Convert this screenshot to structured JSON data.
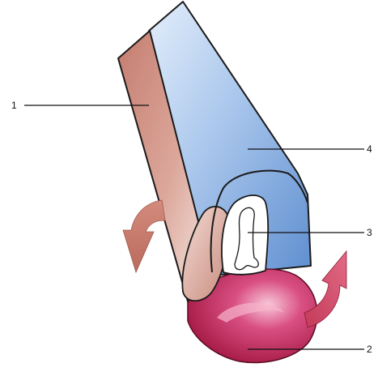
{
  "labels": {
    "callout_1": "1",
    "callout_2": "2",
    "callout_3": "3",
    "callout_4": "4"
  },
  "colors": {
    "background": "#ffffff",
    "outline": "#1a1a1a",
    "red_tube_dark": "#b8685a",
    "red_tube_light": "#f7ece8",
    "blue_tube_dark": "#5f8fd0",
    "blue_tube_light": "#e6f0fb",
    "sphere_light": "#f3aac5",
    "sphere_dark": "#a8123e",
    "arrow_left": "#c07a6c",
    "arrow_right": "#c94a63"
  },
  "icons": {
    "left_arrow": "curved-arrow-down-left",
    "right_arrow": "curved-arrow-up-right"
  }
}
